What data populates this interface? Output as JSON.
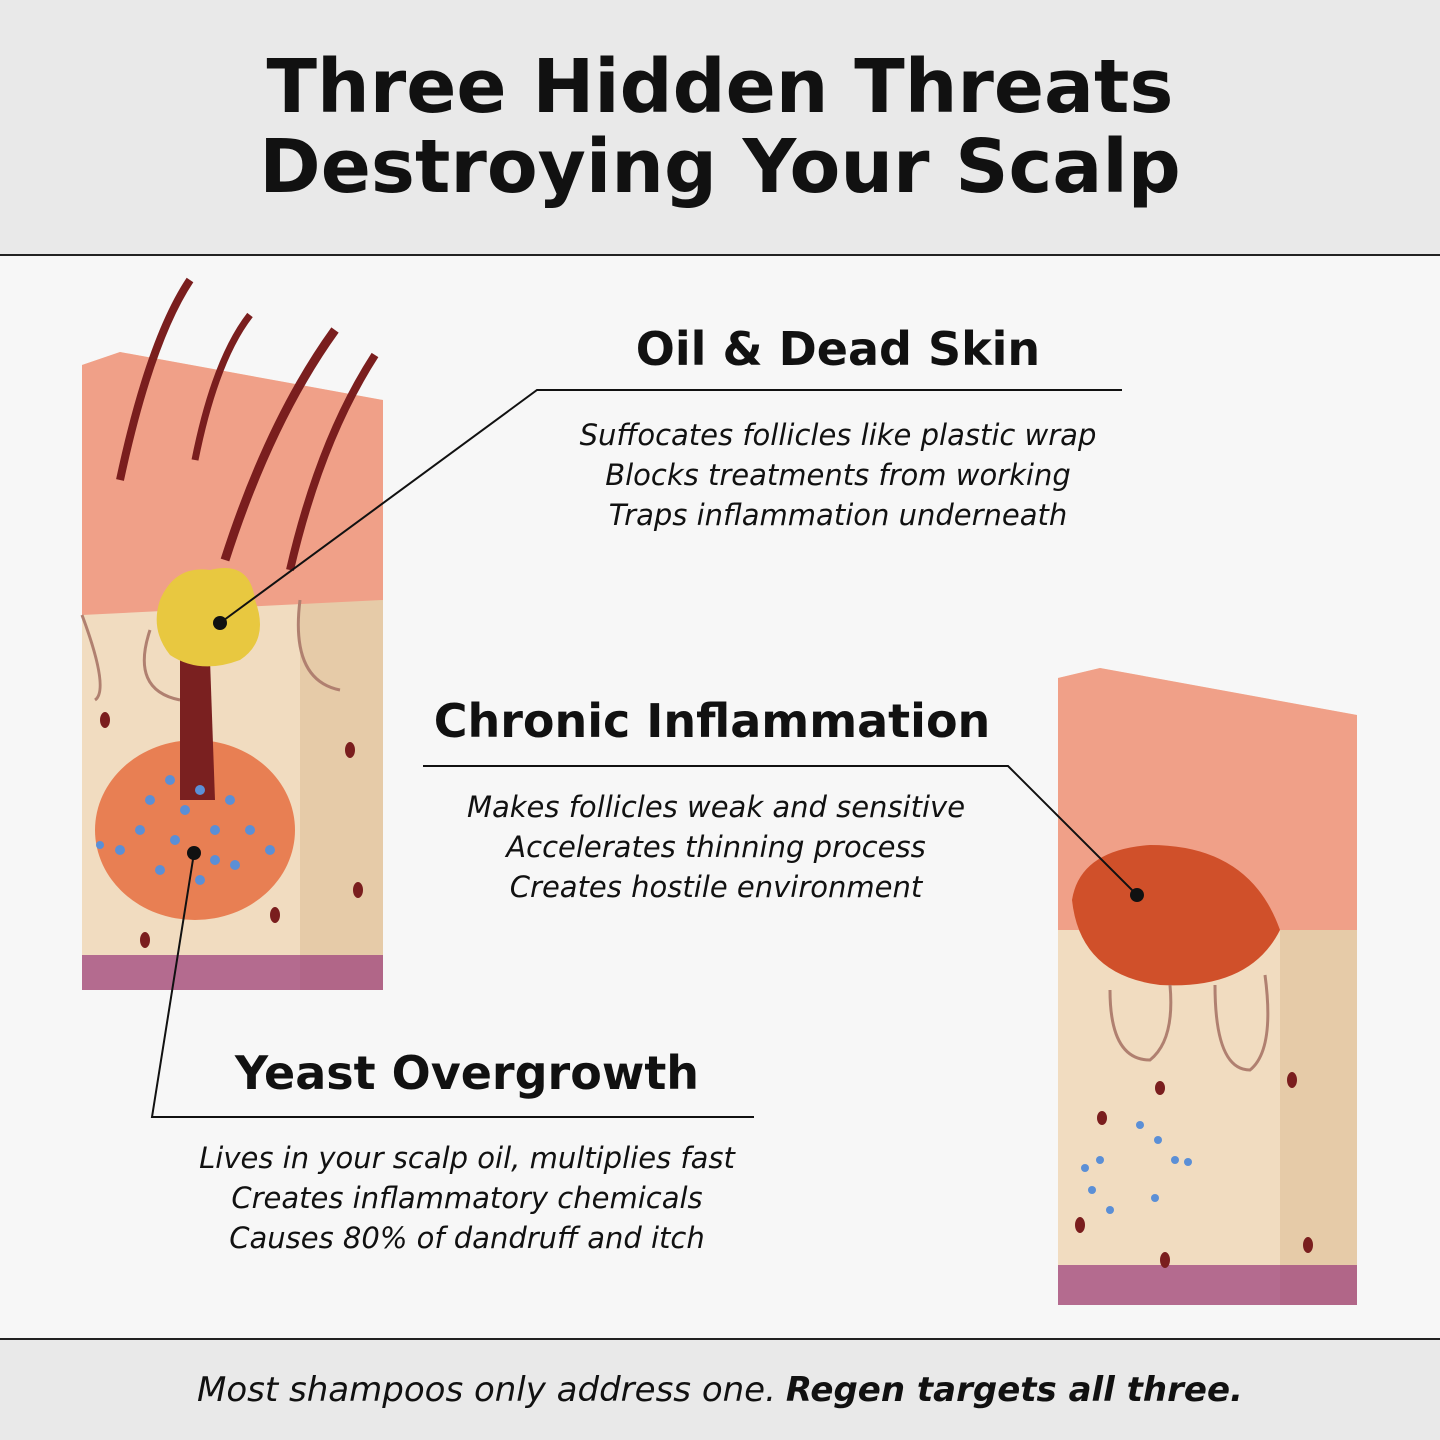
{
  "header": {
    "title_line1": "Three Hidden Threats",
    "title_line2": "Destroying Your Scalp"
  },
  "threats": [
    {
      "title": "Oil & Dead Skin",
      "points": [
        "Suffocates follicles like plastic wrap",
        "Blocks treatments from working",
        "Traps inflammation underneath"
      ]
    },
    {
      "title": "Chronic Inflammation",
      "points": [
        "Makes follicles weak and sensitive",
        "Accelerates thinning process",
        "Creates hostile environment"
      ]
    },
    {
      "title": "Yeast Overgrowth",
      "points": [
        "Lives in your scalp oil, multiplies fast",
        "Creates inflammatory chemicals",
        "Causes 80% of dandruff and itch"
      ]
    }
  ],
  "footer": {
    "text": "Most shampoos only address one.",
    "emphasis": "Regen targets all three."
  },
  "colors": {
    "band": "#e9e9e9",
    "background": "#f7f7f7",
    "skin": "#f0a088",
    "dermis": "#f1dcc0",
    "sebum": "#e8c840",
    "inflamed": "#d0502a",
    "yeast": "#5b8fd6"
  }
}
